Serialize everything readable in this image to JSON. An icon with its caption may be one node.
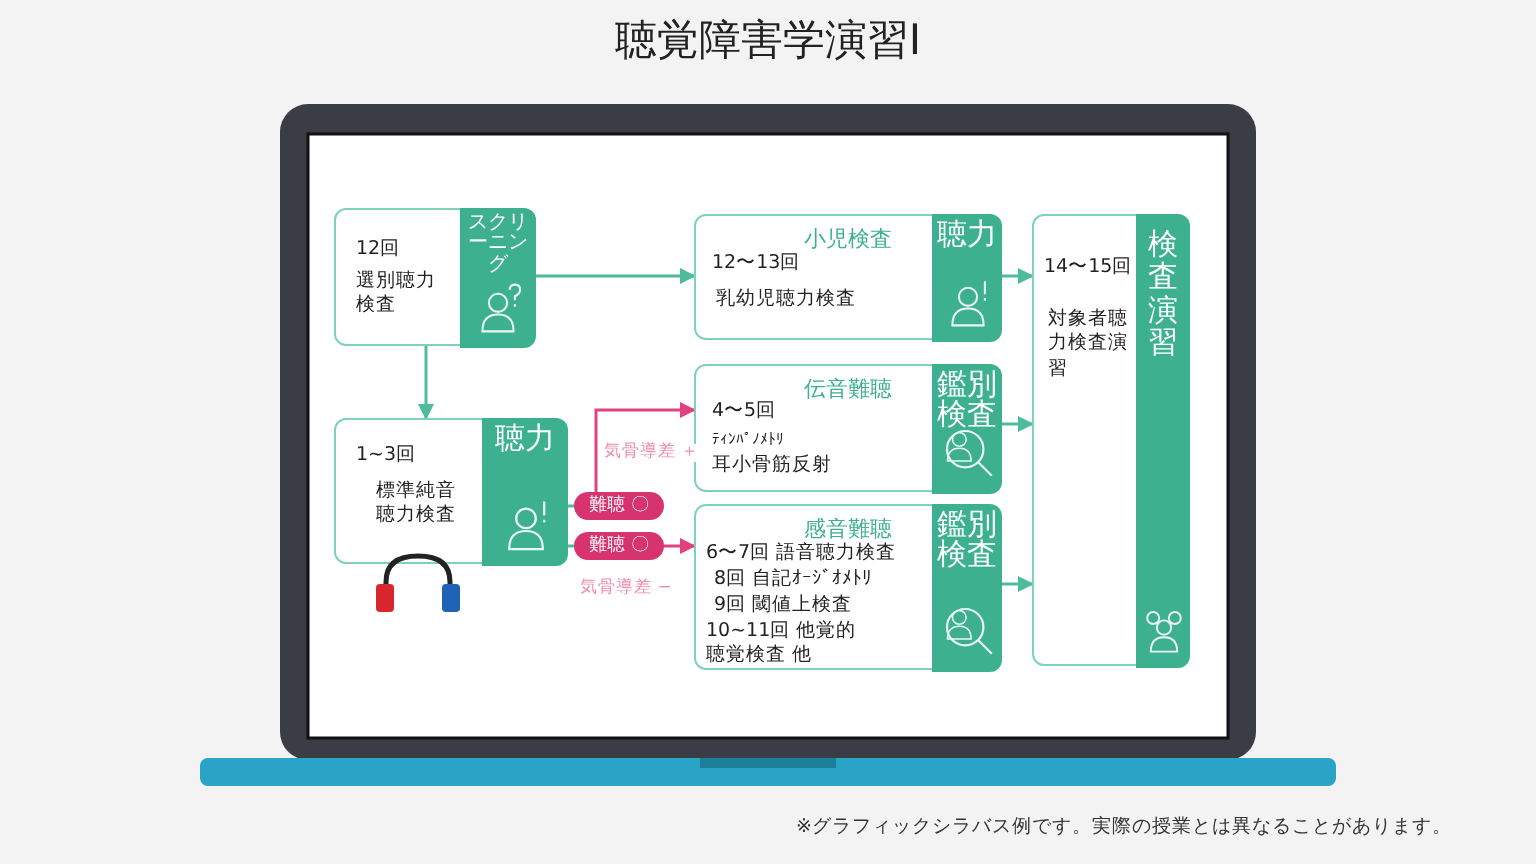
{
  "diagram": {
    "title": "聴覚障害学演習Ⅰ",
    "caption": "※グラフィックシラバス例です。実際の授業とは異なることがあります。",
    "nodes": [
      {
        "text": [
          "12回",
          "選別聴力検査",
          "スクリーニング"
        ]
      },
      {
        "text": [
          "1~3回",
          "標準純音聴力検査",
          "聴力"
        ]
      },
      {
        "text": [
          "難聴 〇"
        ]
      },
      {
        "text": [
          "難聴 〇"
        ]
      },
      {
        "text": [
          "12〜13回",
          "小児検査",
          "乳幼児聴力検査",
          "聴力"
        ]
      },
      {
        "text": [
          "4〜5回",
          "伝音難聴",
          "ﾃｨﾝﾊﾟﾉﾒﾄﾘ",
          "耳小骨筋反射",
          "鑑別検査"
        ]
      },
      {
        "text": [
          "感音難聴",
          "6〜7回 語音聴力検査",
          "8回 自記ｵｰｼﾞｵﾒﾄﾘ",
          "9回 閾値上検査",
          "10~11回 他覚的聴覚検査 他",
          "鑑別検査"
        ]
      },
      {
        "text": [
          "14〜15回",
          "対象者聴力検査演習",
          "検査演習"
        ]
      }
    ],
    "edges": [
      {
        "from": 0,
        "to": 4,
        "arrow": "to"
      },
      {
        "from": 0,
        "to": 1,
        "arrow": "to"
      },
      {
        "from": 1,
        "to": 2,
        "arrow": "none"
      },
      {
        "from": 1,
        "to": 3,
        "arrow": "none"
      },
      {
        "from": 2,
        "to": 5,
        "arrow": "to",
        "label": "気骨導差 ＋",
        "color": "#e0427f"
      },
      {
        "from": 3,
        "to": 6,
        "arrow": "to",
        "label": "気骨導差 −",
        "color": "#e0427f"
      },
      {
        "from": 4,
        "to": 7,
        "arrow": "to"
      },
      {
        "from": 5,
        "to": 7,
        "arrow": "to"
      },
      {
        "from": 6,
        "to": 7,
        "arrow": "to"
      }
    ]
  }
}
